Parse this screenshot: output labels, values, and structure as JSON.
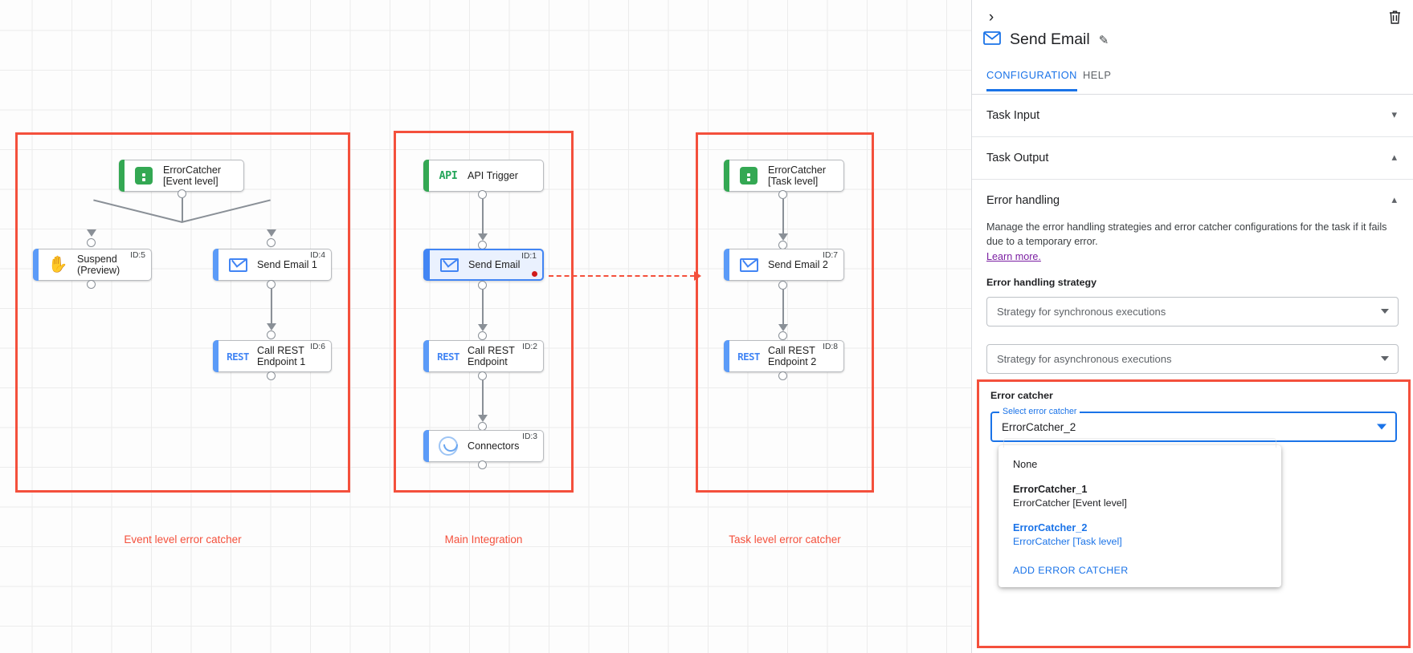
{
  "canvas": {
    "groups": [
      {
        "label": "Event level error catcher"
      },
      {
        "label": "Main Integration"
      },
      {
        "label": "Task level error catcher"
      }
    ],
    "nodes": [
      {
        "id": "n-ec1",
        "label": "ErrorCatcher\n[Event level]",
        "badge": "",
        "icon": "error-catcher-icon"
      },
      {
        "id": "n-susp",
        "label": "Suspend\n(Preview)",
        "badge": "ID:5",
        "icon": "hand-icon"
      },
      {
        "id": "n-se1",
        "label": "Send Email 1",
        "badge": "ID:4",
        "icon": "envelope-icon"
      },
      {
        "id": "n-rest1",
        "label": "Call REST\nEndpoint 1",
        "badge": "ID:6",
        "icon": "rest-icon"
      },
      {
        "id": "n-api",
        "label": "API Trigger",
        "badge": "",
        "icon": "api-icon"
      },
      {
        "id": "n-se",
        "label": "Send Email",
        "badge": "ID:1",
        "icon": "envelope-icon"
      },
      {
        "id": "n-rest",
        "label": "Call REST\nEndpoint",
        "badge": "ID:2",
        "icon": "rest-icon"
      },
      {
        "id": "n-conn",
        "label": "Connectors",
        "badge": "ID:3",
        "icon": "connectors-icon"
      },
      {
        "id": "n-ec2",
        "label": "ErrorCatcher\n[Task level]",
        "badge": "",
        "icon": "error-catcher-icon"
      },
      {
        "id": "n-se2",
        "label": "Send Email 2",
        "badge": "ID:7",
        "icon": "envelope-icon"
      },
      {
        "id": "n-rest2",
        "label": "Call REST\nEndpoint 2",
        "badge": "ID:8",
        "icon": "rest-icon"
      }
    ],
    "icon_text": {
      "api": "API",
      "rest": "REST"
    }
  },
  "panel": {
    "title": "Send Email",
    "icons": {
      "collapse": "chevron-right-icon",
      "delete": "trash-icon",
      "edit": "pencil-icon",
      "node": "envelope-icon"
    },
    "tabs": [
      {
        "label": "CONFIGURATION",
        "active": true
      },
      {
        "label": "HELP",
        "active": false
      }
    ],
    "sections": [
      {
        "name": "task-input",
        "title": "Task Input",
        "expanded": false
      },
      {
        "name": "task-output",
        "title": "Task Output",
        "expanded": true
      },
      {
        "name": "error-handling",
        "title": "Error handling",
        "expanded": true
      }
    ],
    "error_handling": {
      "description": "Manage the error handling strategies and error catcher configurations for the task if it fails due to a temporary error.",
      "learn_more": "Learn more.",
      "strategy_label": "Error handling strategy",
      "sync_placeholder": "Strategy for synchronous executions",
      "async_placeholder": "Strategy for asynchronous executions"
    },
    "error_catcher": {
      "heading": "Error catcher",
      "float_label": "Select error catcher",
      "value": "ErrorCatcher_2",
      "options": [
        {
          "title": "None",
          "subtitle": "",
          "selected": false,
          "plain": true
        },
        {
          "title": "ErrorCatcher_1",
          "subtitle": "ErrorCatcher [Event level]",
          "selected": false,
          "plain": false
        },
        {
          "title": "ErrorCatcher_2",
          "subtitle": "ErrorCatcher [Task level]",
          "selected": true,
          "plain": false
        }
      ],
      "add_label": "ADD ERROR CATCHER"
    }
  },
  "colors": {
    "accent_blue": "#1a73e8",
    "highlight_red": "#f4503c",
    "green": "#34a853",
    "node_blue": "#5b9bf8",
    "link_purple": "#7b1fa2"
  }
}
